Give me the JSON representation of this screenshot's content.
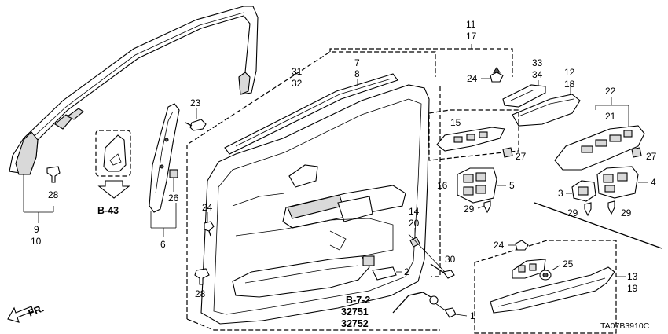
{
  "diagram": {
    "code": "TA07B3910C",
    "fr_label": "FR.",
    "ref_b43": "B-43",
    "ref_b72": "B-7-2",
    "ref_32751": "32751",
    "ref_32752": "32752"
  },
  "callouts": {
    "n1": "1",
    "n2": "2",
    "n3": "3",
    "n4": "4",
    "n5": "5",
    "n6": "6",
    "n7": "7",
    "n8": "8",
    "n9": "9",
    "n10": "10",
    "n11": "11",
    "n12": "12",
    "n13": "13",
    "n14": "14",
    "n15": "15",
    "n16": "16",
    "n17": "17",
    "n18": "18",
    "n19": "19",
    "n20": "20",
    "n21": "21",
    "n22": "22",
    "n23": "23",
    "n24a": "24",
    "n24b": "24",
    "n24c": "24",
    "n25": "25",
    "n26": "26",
    "n27a": "27",
    "n27b": "27",
    "n28a": "28",
    "n28b": "28",
    "n29a": "29",
    "n29b": "29",
    "n29c": "29",
    "n30": "30",
    "n31": "31",
    "n32": "32",
    "n33": "33",
    "n34": "34"
  }
}
